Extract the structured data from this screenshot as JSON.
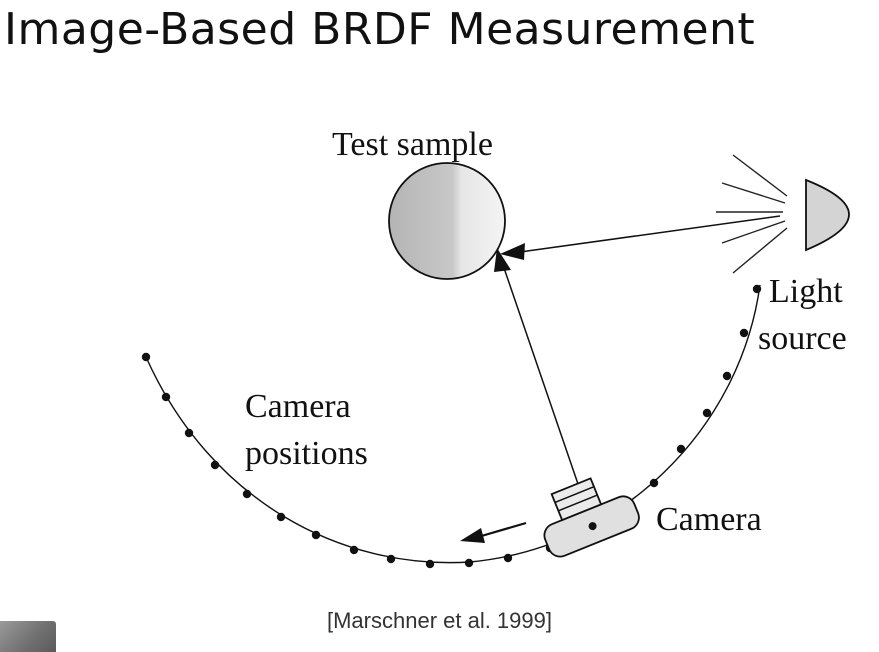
{
  "slide": {
    "title": "Image-Based BRDF Measurement",
    "citation": "[Marschner et al. 1999]"
  },
  "diagram": {
    "labels": {
      "test_sample": "Test sample",
      "light_line1": "Light",
      "light_line2": "source",
      "camera_positions_line1": "Camera",
      "camera_positions_line2": "positions",
      "camera": "Camera"
    },
    "colors": {
      "ink": "#111111",
      "sphere_dark": "#b8b8b8",
      "sphere_light": "#f2f2f2",
      "lamp_fill": "#d4d4d4",
      "camera_fill": "#e0e0e0"
    }
  }
}
